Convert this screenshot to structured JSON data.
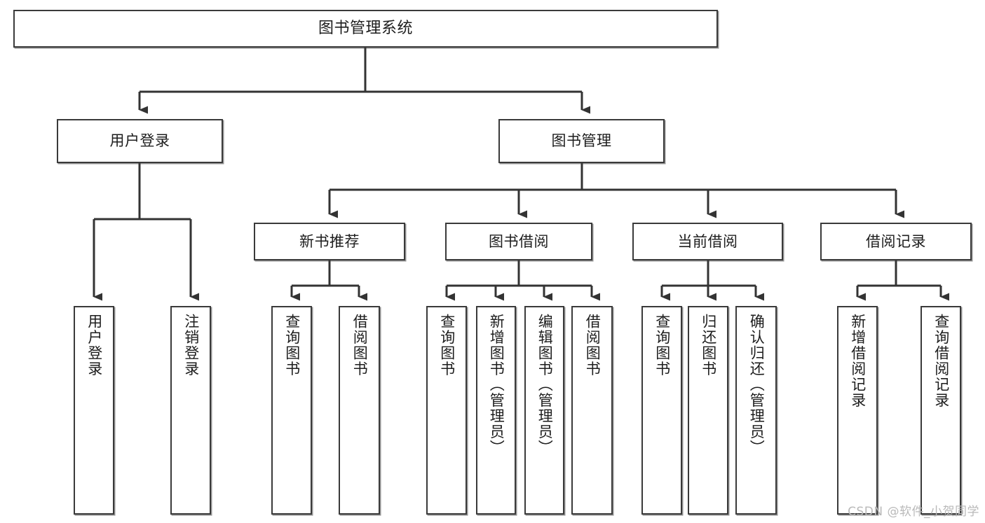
{
  "diagram": {
    "title": "图书管理系统",
    "type": "tree-hierarchy-chart",
    "colors": {
      "background": "#ffffff",
      "box_border": "#3a3a3a",
      "box_fill": "#ffffff",
      "text": "#1d1d1d",
      "connector": "#333333",
      "watermark": "#b9b9b9"
    }
  },
  "watermark": {
    "text": "CSDN @软件_小贺同学"
  },
  "nodes": {
    "root": {
      "label": "图书管理系统"
    },
    "level2": [
      {
        "id": "user-login",
        "label": "用户登录"
      },
      {
        "id": "book-manage",
        "label": "图书管理"
      }
    ],
    "level3": [
      {
        "id": "new-book-recommend",
        "label": "新书推荐"
      },
      {
        "id": "book-borrow",
        "label": "图书借阅"
      },
      {
        "id": "current-borrow",
        "label": "当前借阅"
      },
      {
        "id": "borrow-record",
        "label": "借阅记录"
      }
    ],
    "leaves": [
      {
        "id": "leaf-user-login",
        "label": "用户登录",
        "parent": "user-login"
      },
      {
        "id": "leaf-logout",
        "label": "注销登录",
        "parent": "user-login"
      },
      {
        "id": "leaf-query-book-1",
        "label": "查询图书",
        "parent": "new-book-recommend"
      },
      {
        "id": "leaf-borrow-book-1",
        "label": "借阅图书",
        "parent": "new-book-recommend"
      },
      {
        "id": "leaf-query-book-2",
        "label": "查询图书",
        "parent": "book-borrow"
      },
      {
        "id": "leaf-add-book",
        "label": "新增图书（管理员）",
        "parent": "book-borrow"
      },
      {
        "id": "leaf-edit-book",
        "label": "编辑图书（管理员）",
        "parent": "book-borrow"
      },
      {
        "id": "leaf-borrow-book-2",
        "label": "借阅图书",
        "parent": "book-borrow"
      },
      {
        "id": "leaf-query-book-3",
        "label": "查询图书",
        "parent": "current-borrow"
      },
      {
        "id": "leaf-return-book",
        "label": "归还图书",
        "parent": "current-borrow"
      },
      {
        "id": "leaf-confirm-return",
        "label": "确认归还（管理员）",
        "parent": "current-borrow"
      },
      {
        "id": "leaf-add-record",
        "label": "新增借阅记录",
        "parent": "borrow-record"
      },
      {
        "id": "leaf-query-record",
        "label": "查询借阅记录",
        "parent": "borrow-record"
      }
    ]
  }
}
